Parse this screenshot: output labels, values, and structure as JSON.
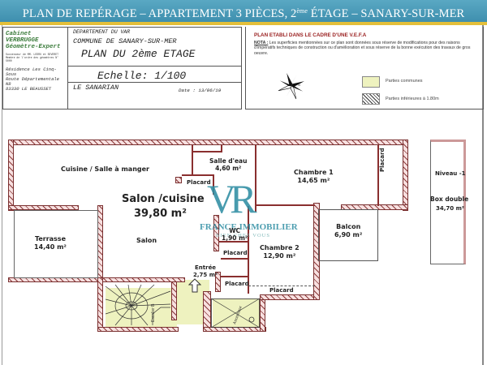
{
  "banner": {
    "title_part1": "PLAN DE REPÉRAGE – APPARTEMENT 3 PIÈCES, 2",
    "title_sup": "ème",
    "title_part2": " ÉTAGE – SANARY-SUR-MER",
    "bg_color": "#4a9cb8",
    "stripe_color": "#e4bf3a"
  },
  "cartouche": {
    "cabinet_name": "Cabinet VERBRUGGE",
    "cabinet_title": "Géomètre-Expert",
    "cabinet_fine_print": "Successeur de MM. LEDRU et SEVERET Membre de l'ordre des géomètres N° 5000",
    "address_line1": "Résidence Les Cinq-Sous",
    "address_line2": "Route Départementale N8",
    "address_line3": "83330 LE BEAUSSET",
    "department": "DEPARTEMENT DU VAR",
    "commune": "COMMUNE DE SANARY-SUR-MER",
    "plan_title": "PLAN DU 2ème ETAGE",
    "scale": "Echelle: 1/100",
    "residence": "LE SANARIAN",
    "date": "Date : 13/06/19"
  },
  "nota": {
    "heading": "PLAN ETABLI DANS LE CADRE D'UNE V.E.F.A",
    "label": "NOTA :",
    "text": " Les superficies mentionnées sur ce plan sont données sous réserve de modifications pour des raisons d'impératifs techniques de construction ou d'amélioration et sous réserve de la bonne exécution des travaux de gros oeuvre."
  },
  "compass": {
    "icon": "compass-rose-icon",
    "north_label": "N"
  },
  "legend": [
    {
      "label": "Parties communes",
      "swatch": "#eef2bf"
    },
    {
      "label": "Parties inférieures à 1.80m",
      "swatch": "hatched"
    }
  ],
  "rooms": {
    "cuisine": {
      "label": "Cuisine / Salle à manger"
    },
    "salon_cuisine": {
      "label": "Salon /cuisine",
      "area": "39,80 m²"
    },
    "salon": {
      "label": "Salon"
    },
    "terrasse": {
      "label": "Terrasse",
      "area": "14,40 m²"
    },
    "salle_eau": {
      "label": "Salle d'eau",
      "area": "4,60 m²"
    },
    "chambre1": {
      "label": "Chambre 1",
      "area": "14,65 m²"
    },
    "chambre2": {
      "label": "Chambre 2",
      "area": "12,90 m²"
    },
    "wc": {
      "label": "WC",
      "area": "1,90 m²"
    },
    "entree": {
      "label": "Entrée",
      "area": "2,75 m²"
    },
    "balcon": {
      "label": "Balcon",
      "area": "6,90 m²"
    },
    "placard_1": {
      "label": "Placard"
    },
    "placard_2": {
      "label": "Placard"
    },
    "placard_3": {
      "label": "Placard"
    },
    "placard_4": {
      "label": "Placard"
    },
    "placard_5": {
      "label": "Placard"
    },
    "escalier": {
      "label": "Escalier B"
    },
    "ascenseur": {
      "label": "Ascenseur"
    }
  },
  "annex": {
    "level": "Niveau -1",
    "label": "Box double",
    "area": "34,70 m²"
  },
  "watermark": {
    "logo": "VR",
    "brand": "FRANCE IMMOBILIER",
    "tagline": "BIEN CHEZ VOUS"
  }
}
